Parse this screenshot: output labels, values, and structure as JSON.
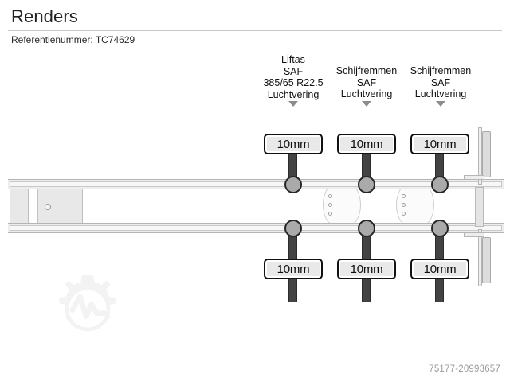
{
  "header": {
    "title": "Renders",
    "reference_label": "Referentienummer:",
    "reference_value": "TC74629",
    "reference_line": "Referentienummer: TC74629"
  },
  "drawing": {
    "type": "semi-trailer-chassis-side-view",
    "axles": [
      {
        "id": "axle-1",
        "label_lines": [
          "Liftas",
          "SAF",
          "385/65 R22.5",
          "Luchtvering"
        ],
        "axle_type": "Liftas",
        "brand": "SAF",
        "tyre_size": "385/65 R22.5",
        "suspension": "Luchtvering",
        "top_measurement": "10mm",
        "bottom_measurement": "10mm"
      },
      {
        "id": "axle-2",
        "label_lines": [
          "Schijfremmen",
          "SAF",
          "Luchtvering"
        ],
        "axle_type": "Schijfremmen",
        "brand": "SAF",
        "tyre_size": "",
        "suspension": "Luchtvering",
        "top_measurement": "10mm",
        "bottom_measurement": "10mm"
      },
      {
        "id": "axle-3",
        "label_lines": [
          "Schijfremmen",
          "SAF",
          "Luchtvering"
        ],
        "axle_type": "Schijfremmen",
        "brand": "SAF",
        "tyre_size": "",
        "suspension": "Luchtvering",
        "top_measurement": "10mm",
        "bottom_measurement": "10mm"
      }
    ]
  },
  "watermark": {
    "icon": "gear-pulse-watermark",
    "color": "#f4f4f4"
  },
  "footer": {
    "code": "75177-20993657"
  },
  "colors": {
    "page_background": "#ffffff",
    "title_text": "#222222",
    "divider": "#c9c9c9",
    "axle_shaft": "#434343",
    "axle_hub": "#aaaaaa",
    "chassis_fill": "#ededed",
    "chassis_stroke": "#c2c2c2",
    "measurement_box_fill": "#e9e9e9",
    "measurement_box_stroke": "#111111",
    "caret": "#8c8c8c",
    "footer_text": "#9b9b9b"
  }
}
